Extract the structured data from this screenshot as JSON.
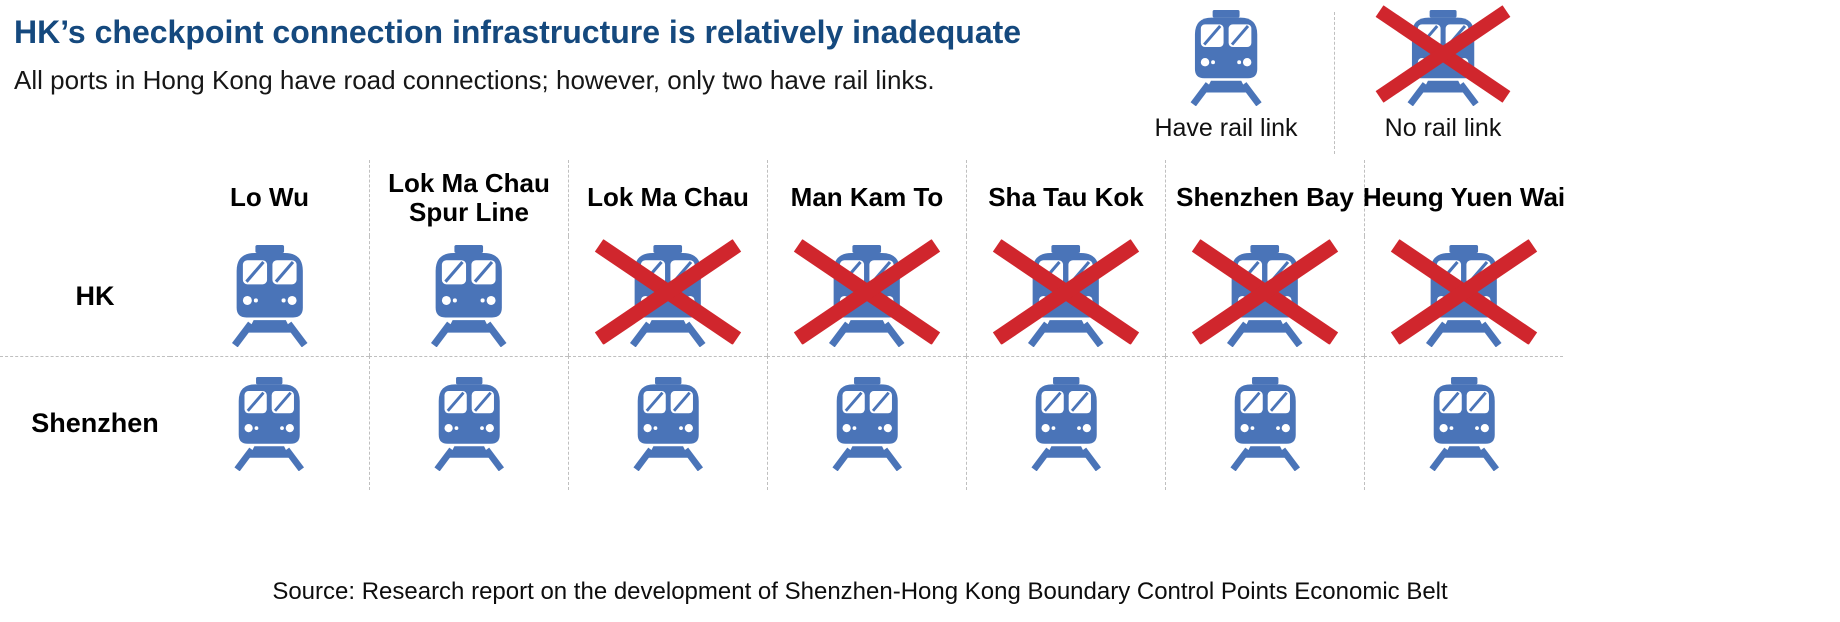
{
  "header": {
    "title": "HK’s checkpoint connection infrastructure is relatively inadequate",
    "subtitle": "All ports in Hong Kong have road connections; however, only two have rail links."
  },
  "legend": {
    "items": [
      {
        "label": "Have rail link",
        "has_rail": true
      },
      {
        "label": "No rail link",
        "has_rail": false
      }
    ]
  },
  "grid": {
    "columns": [
      "Lo Wu",
      "Lok Ma Chau\nSpur Line",
      "Lok Ma Chau",
      "Man Kam To",
      "Sha Tau Kok",
      "Shenzhen Bay",
      "Heung Yuen Wai"
    ],
    "rows": [
      {
        "label": "HK",
        "cells": [
          true,
          true,
          false,
          false,
          false,
          false,
          false
        ]
      },
      {
        "label": "Shenzhen",
        "cells": [
          true,
          true,
          true,
          true,
          true,
          true,
          true
        ]
      }
    ]
  },
  "source": "Source: Research report on the development of Shenzhen-Hong Kong Boundary Control Points Economic Belt",
  "icons": {
    "rail": "train-icon",
    "no_rail": "train-icon-with-red-cross"
  },
  "colors": {
    "title": "#15497E",
    "train": "#4A74B8",
    "cross": "#D0262D",
    "divider": "#BFBFBF",
    "text": "#111111"
  },
  "chart_data": {
    "type": "table",
    "title": "HK’s checkpoint connection infrastructure is relatively inadequate",
    "subtitle": "All ports in Hong Kong have road connections; however, only two have rail links.",
    "columns": [
      "Lo Wu",
      "Lok Ma Chau Spur Line",
      "Lok Ma Chau",
      "Man Kam To",
      "Sha Tau Kok",
      "Shenzhen Bay",
      "Heung Yuen Wai"
    ],
    "rows": [
      "HK",
      "Shenzhen"
    ],
    "values": [
      [
        "have rail link",
        "have rail link",
        "no rail link",
        "no rail link",
        "no rail link",
        "no rail link",
        "no rail link"
      ],
      [
        "have rail link",
        "have rail link",
        "have rail link",
        "have rail link",
        "have rail link",
        "have rail link",
        "have rail link"
      ]
    ],
    "legend_entries": [
      "Have rail link",
      "No rail link"
    ],
    "legend_position": "top-right",
    "source": "Source: Research report on the development of Shenzhen-Hong Kong Boundary Control Points Economic Belt"
  }
}
